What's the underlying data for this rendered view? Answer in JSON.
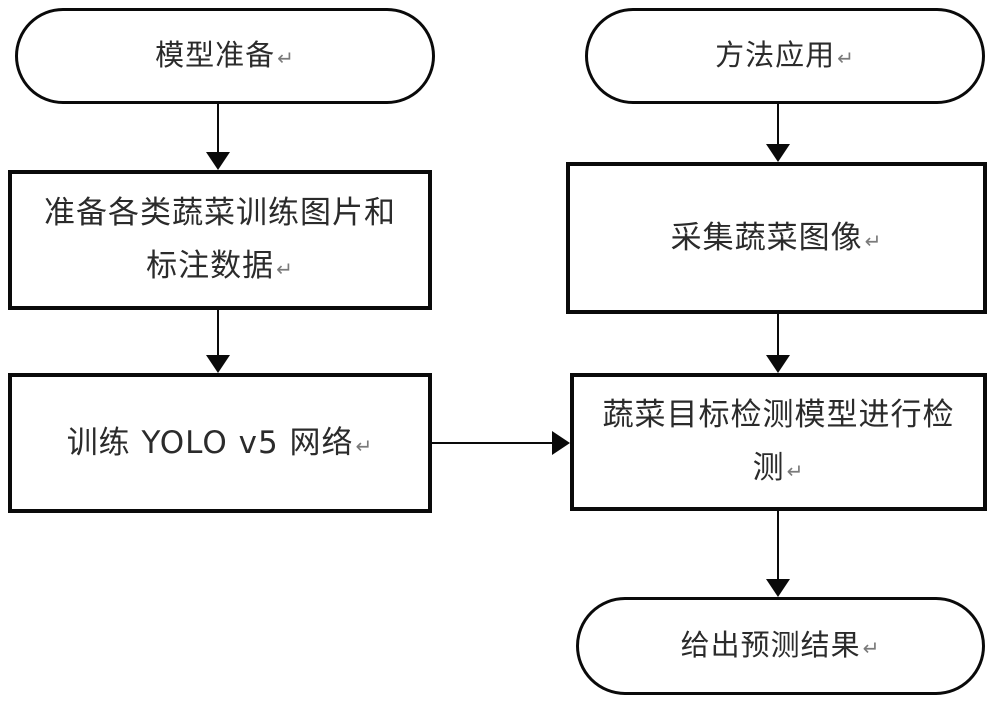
{
  "diagram": {
    "type": "flowchart",
    "background_color": "#ffffff",
    "stroke_color": "#0a0a0a",
    "text_color": "#2b2b2b",
    "return_mark": "↵",
    "columns": [
      {
        "name": "left-pipeline",
        "start_label": "模型准备"
      },
      {
        "name": "right-pipeline",
        "start_label": "方法应用"
      }
    ],
    "nodes": [
      {
        "id": "model-prep",
        "shape": "pill",
        "label": "模型准备"
      },
      {
        "id": "method-apply",
        "shape": "pill",
        "label": "方法应用"
      },
      {
        "id": "prepare-data",
        "shape": "rect",
        "label": "准备各类蔬菜训练图片和标注数据"
      },
      {
        "id": "collect-img",
        "shape": "rect",
        "label": "采集蔬菜图像"
      },
      {
        "id": "train-yolo",
        "shape": "rect",
        "label": "训练 YOLO v5 网络"
      },
      {
        "id": "detect",
        "shape": "rect",
        "label": "蔬菜目标检测模型进行检测"
      },
      {
        "id": "result",
        "shape": "pill",
        "label": "给出预测结果"
      }
    ],
    "edges": [
      {
        "from": "model-prep",
        "to": "prepare-data",
        "direction": "down"
      },
      {
        "from": "prepare-data",
        "to": "train-yolo",
        "direction": "down"
      },
      {
        "from": "method-apply",
        "to": "collect-img",
        "direction": "down"
      },
      {
        "from": "collect-img",
        "to": "detect",
        "direction": "down"
      },
      {
        "from": "train-yolo",
        "to": "detect",
        "direction": "right"
      },
      {
        "from": "detect",
        "to": "result",
        "direction": "down"
      }
    ]
  }
}
